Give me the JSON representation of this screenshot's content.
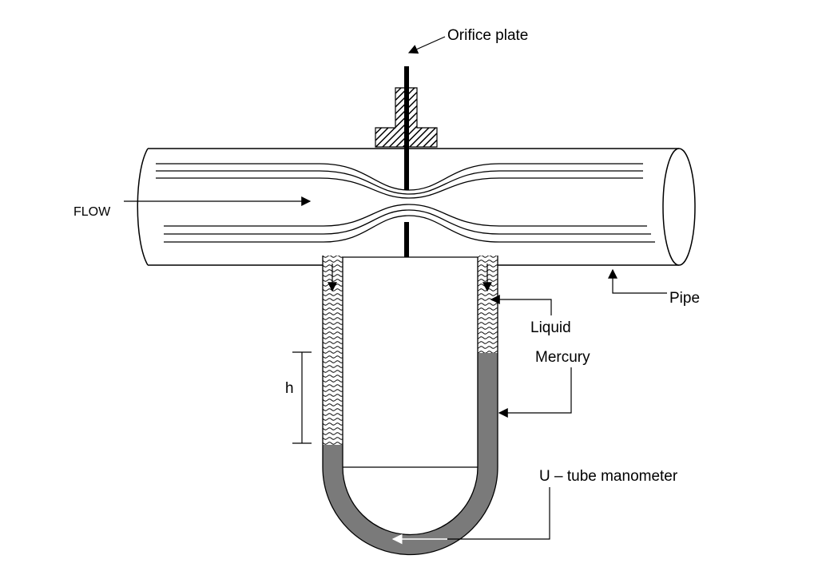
{
  "labels": {
    "orifice_plate": "Orifice plate",
    "flow": "FLOW",
    "pipe": "Pipe",
    "liquid": "Liquid",
    "mercury": "Mercury",
    "height": "h",
    "manometer": "U – tube manometer"
  },
  "colors": {
    "line": "#000000",
    "mercury_fill": "#7a7a7a",
    "background": "#ffffff"
  }
}
